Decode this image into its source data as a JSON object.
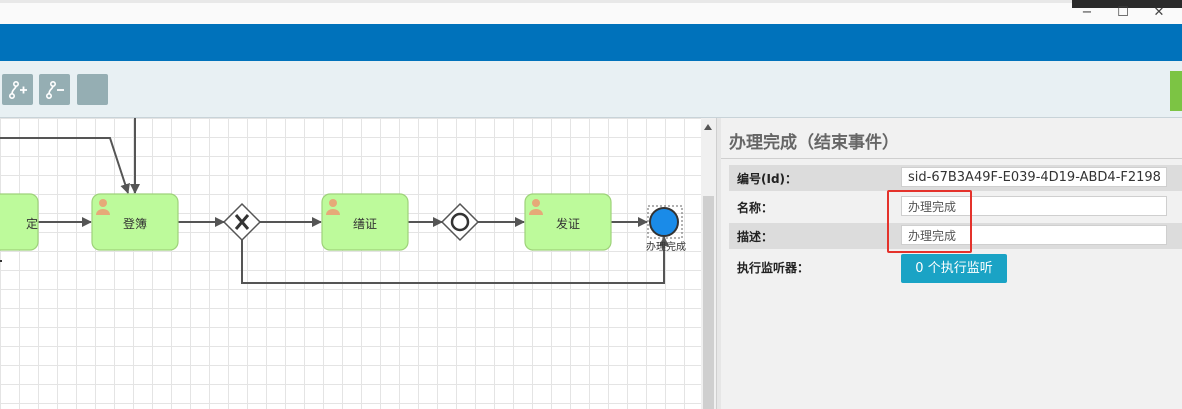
{
  "window": {
    "minimize_glyph": "−",
    "maximize_glyph": "☐",
    "close_glyph": "✕"
  },
  "toolbar": {
    "icons": [
      "connect-plus-icon",
      "connect-minus-icon",
      "blank-tool-icon"
    ]
  },
  "canvas": {
    "tasks": [
      {
        "label": "定"
      },
      {
        "label": "登簿"
      },
      {
        "label": "缮证"
      },
      {
        "label": "发证"
      }
    ],
    "end_event_label": "办理完成"
  },
  "properties": {
    "title": "办理完成（结束事件）",
    "fields": [
      {
        "label": "编号(Id)：",
        "value": "sid-67B3A49F-E039-4D19-ABD4-F2198"
      },
      {
        "label": "名称：",
        "value": "办理完成"
      },
      {
        "label": "描述：",
        "value": "办理完成"
      },
      {
        "label": "执行监听器："
      }
    ],
    "listener_button": "0 个执行监听"
  },
  "colors": {
    "header_blue": "#0072bb",
    "task_fill": "#bdfa9b",
    "button_teal": "#1aa3c5",
    "highlight_red": "#e4322b"
  }
}
